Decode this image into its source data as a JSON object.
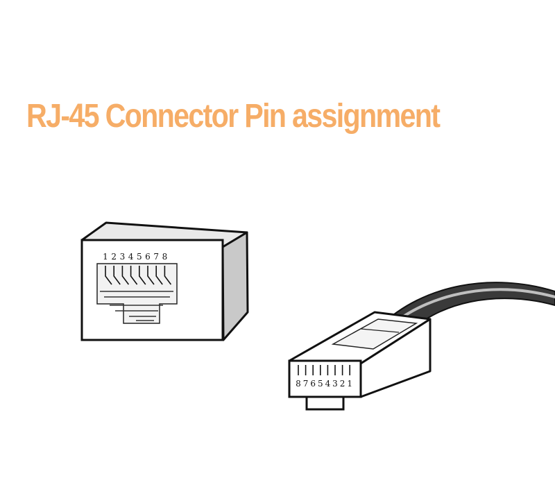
{
  "title": "RJ-45 Connector Pin assignment",
  "colors": {
    "title": "#f6ad67",
    "outline": "#111111",
    "jack_face": "#ffffff",
    "jack_side": "#c9c9c9",
    "jack_top": "#e9e9e9",
    "cable": "#3a3a3a"
  },
  "jack": {
    "pins": [
      "1",
      "2",
      "3",
      "4",
      "5",
      "6",
      "7",
      "8"
    ]
  },
  "plug": {
    "pins": [
      "8",
      "7",
      "6",
      "5",
      "4",
      "3",
      "2",
      "1"
    ]
  }
}
